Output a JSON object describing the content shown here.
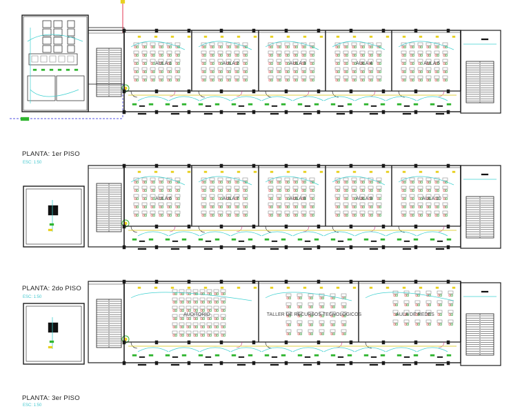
{
  "floors": [
    {
      "title": "PLANTA: 1er PISO",
      "scale": "ESC: 1:50",
      "room_labels": [
        "AULA 1",
        "AULA 2",
        "AULA 3",
        "AULA 4",
        "AULA 5"
      ]
    },
    {
      "title": "PLANTA: 2do PISO",
      "scale": "ESC: 1:50",
      "room_labels": [
        "AULA 6",
        "AULA 7",
        "AULA 8",
        "AULA 9",
        "AULA 10"
      ]
    },
    {
      "title": "PLANTA: 3er PISO",
      "scale": "ESC: 1:50",
      "room_labels": [
        "AUDITORIO",
        "TALLER DE RECURSOS TECNOLOGICOS",
        "AULA DE REDES"
      ]
    }
  ],
  "colors": {
    "wall": "#1a1a1a",
    "desk": "#8a8a8a",
    "chair": "#e04848",
    "electric": "#3dd0d0",
    "switch": "#2fb52f",
    "lamp": "#e8d020",
    "feed": "#5050e0",
    "light": "#e0d040",
    "accent": "#c03080"
  }
}
